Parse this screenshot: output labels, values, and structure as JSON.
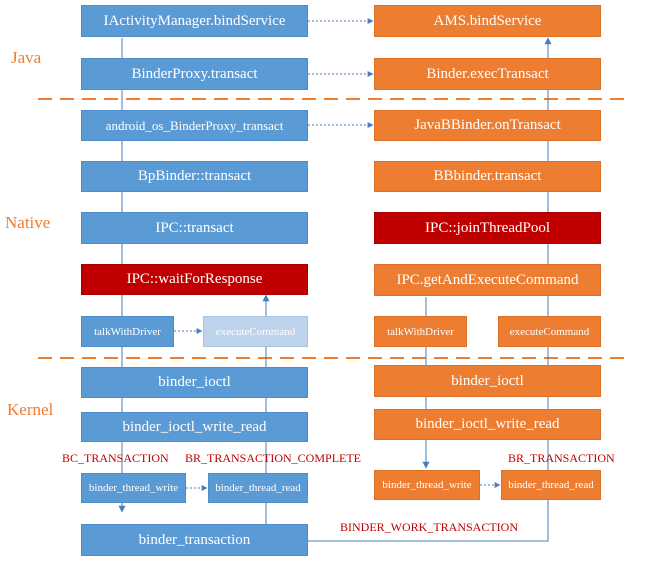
{
  "sections": {
    "java": "Java",
    "native": "Native",
    "kernel": "Kernel"
  },
  "client": {
    "iactivitymanager_bindservice": "IActivityManager.bindService",
    "binderproxy_transact": "BinderProxy.transact",
    "android_os_binderproxy_transact": "android_os_BinderProxy_transact",
    "bpbinder_transact": "BpBinder::transact",
    "ipc_transact": "IPC::transact",
    "ipc_waitforresponse": "IPC::waitForResponse",
    "talkwithdriver": "talkWithDriver",
    "executecommand": "executeCommand",
    "binder_ioctl": "binder_ioctl",
    "binder_ioctl_write_read": "binder_ioctl_write_read",
    "binder_thread_write": "binder_thread_write",
    "binder_thread_read": "binder_thread_read",
    "binder_transaction": "binder_transaction"
  },
  "server": {
    "ams_bindservice": "AMS.bindService",
    "binder_exectransact": "Binder.execTransact",
    "javabbinder_ontransact": "JavaBBinder.onTransact",
    "bbinder_transact": "BBbinder.transact",
    "ipc_jointhreadpool": "IPC::joinThreadPool",
    "ipc_getandexecutecommand": "IPC.getAndExecuteCommand",
    "talkwithdriver": "talkWithDriver",
    "executecommand": "executeCommand",
    "binder_ioctl": "binder_ioctl",
    "binder_ioctl_write_read": "binder_ioctl_write_read",
    "binder_thread_write": "binder_thread_write",
    "binder_thread_read": "binder_thread_read"
  },
  "labels": {
    "bc_transaction": "BC_TRANSACTION",
    "br_transaction_complete": "BR_TRANSACTION_COMPLETE",
    "br_transaction": "BR_TRANSACTION",
    "binder_work_transaction": "BINDER_WORK_TRANSACTION"
  },
  "colors": {
    "blue": "#5b9bd5",
    "orange": "#ed7d31",
    "red": "#c00000",
    "pale_blue": "#bdd3ec",
    "separator": "#ed7d31"
  }
}
